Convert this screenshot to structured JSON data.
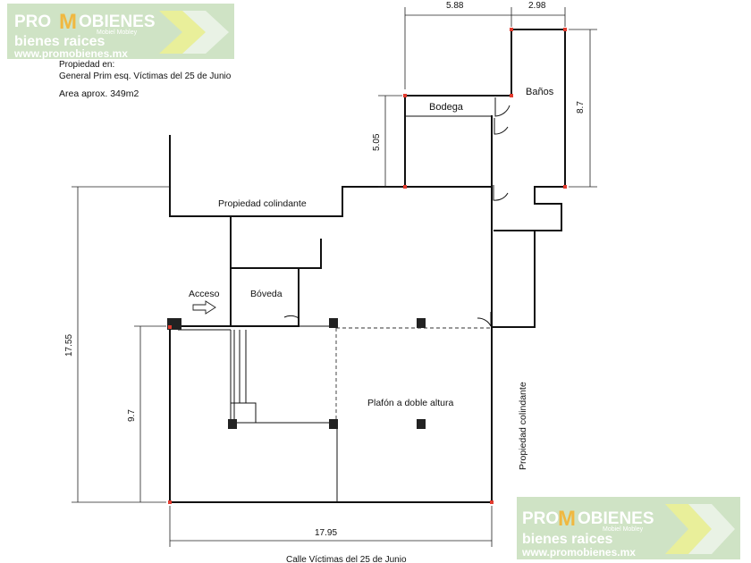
{
  "header": {
    "line1": "Propiedad en:",
    "line2": "General Prim esq. Víctimas del 25 de Junio",
    "area": "Area aprox. 349m2"
  },
  "logo": {
    "brand_pre": "PRO",
    "brand_m": "M",
    "brand_post": "OBIENES",
    "tagline": "bienes raices",
    "small": "Mobiel Mobley",
    "url": "www.promobienes.mx",
    "colors": {
      "bg": "#cfe3c5",
      "text": "#ffffff",
      "accent": "#e9ef9a",
      "m": "#f0b840"
    }
  },
  "rooms": {
    "bodega": "Bodega",
    "banos": "Baños",
    "propiedad_top": "Propiedad colindante",
    "boveda": "Bóveda",
    "acceso": "Acceso",
    "plafon": "Plafón a doble altura",
    "propiedad_right": "Propiedad colindante"
  },
  "dimensions": {
    "top_a": "5.88",
    "top_b": "2.98",
    "right_banos": "8.7",
    "bodega_h": "5.05",
    "left_total": "17.55",
    "left_lower": "9.7",
    "bottom": "17.95"
  },
  "street": "Calle Víctimas del 25 de Junio",
  "colors": {
    "wall": "#111111",
    "corner_point": "#e23b2e",
    "column": "#222222"
  }
}
